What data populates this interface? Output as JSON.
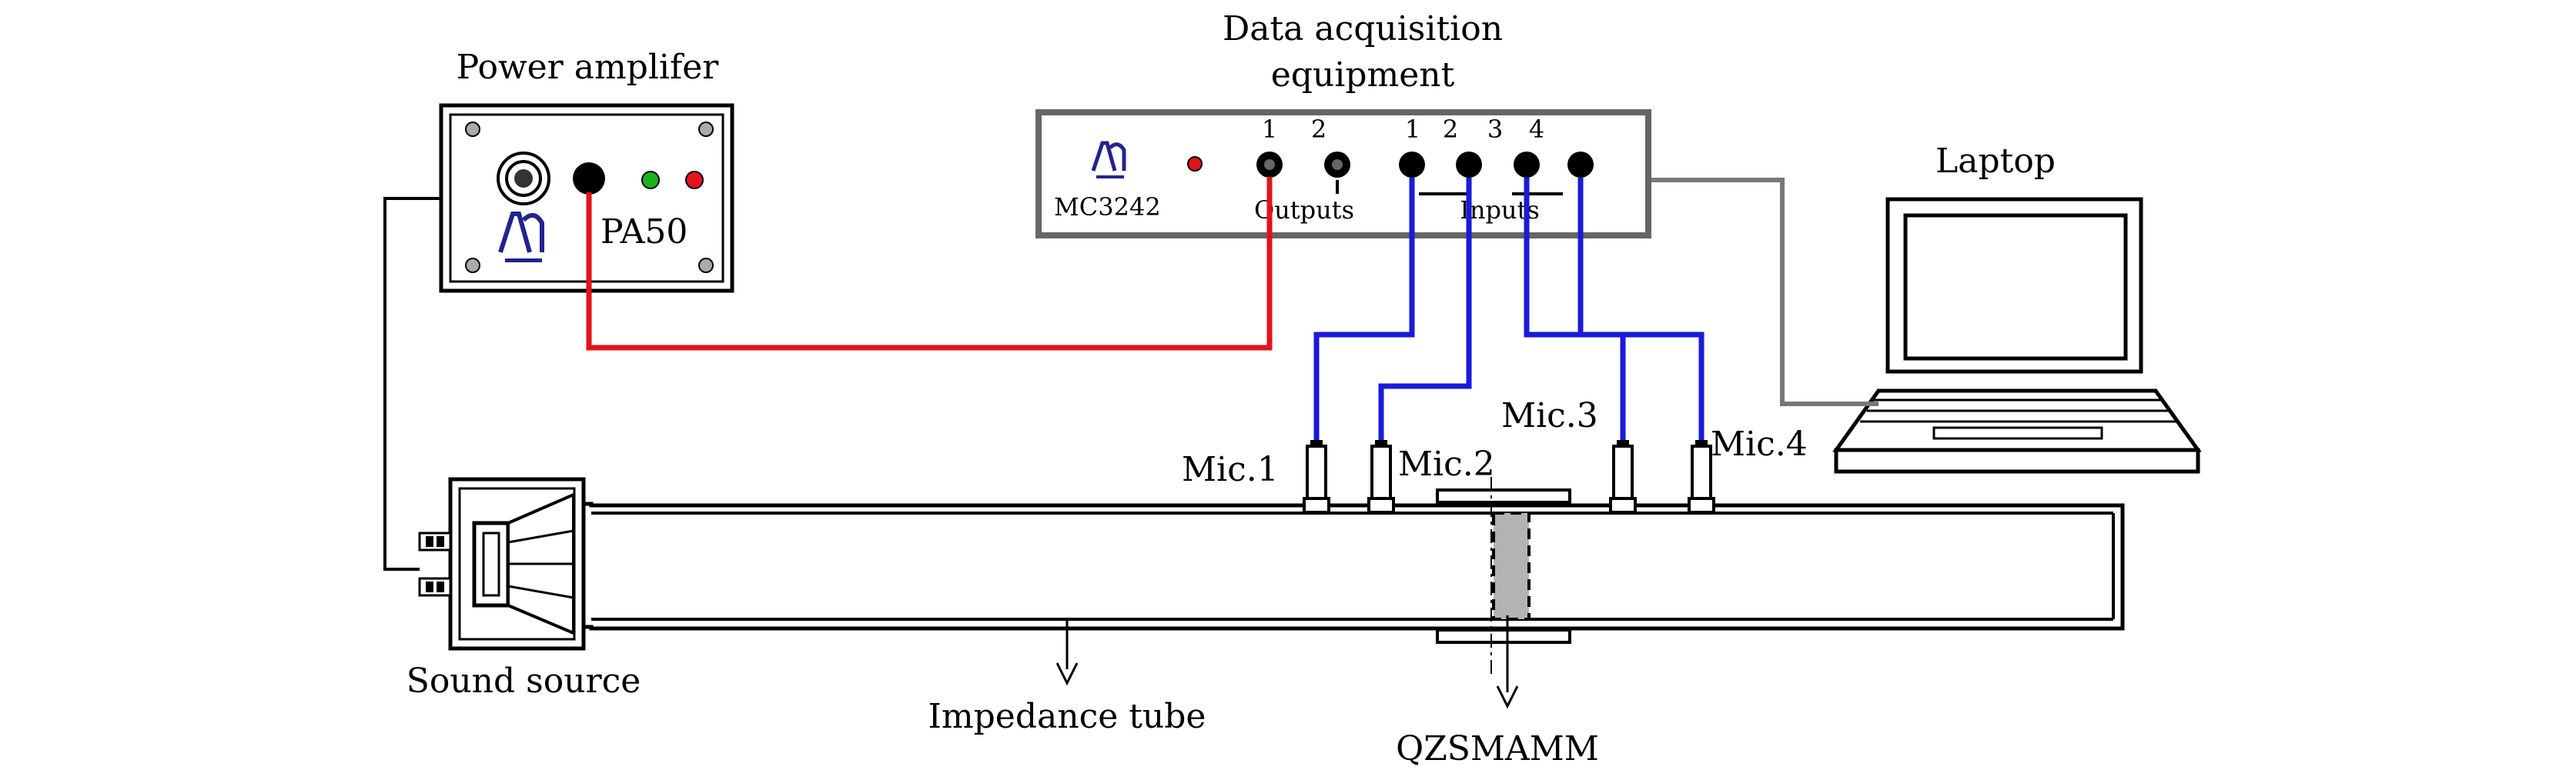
{
  "labels": {
    "power_amplifier": "Power amplifer",
    "pa_model": "PA50",
    "daq_title_line1": "Data acquisition",
    "daq_title_line2": "equipment",
    "daq_model": "MC3242",
    "outputs": "Outputs",
    "inputs": "Inputs",
    "laptop": "Laptop",
    "sound_source": "Sound source",
    "impedance_tube": "Impedance tube",
    "sample": "QZSMAMM",
    "mic1": "Mic.1",
    "mic2": "Mic.2",
    "mic3": "Mic.3",
    "mic4": "Mic.4"
  },
  "output_channels": [
    "1",
    "2"
  ],
  "input_channels": [
    "1",
    "2",
    "3",
    "4"
  ],
  "colors": {
    "signal_wire": "#e3121b",
    "mic_wire": "#1a1adb",
    "laptop_wire": "#777777",
    "sample_fill": "#b3b3b3",
    "led_green": "#1db31d",
    "led_red": "#e3121b",
    "logo_blue": "#23238e"
  }
}
